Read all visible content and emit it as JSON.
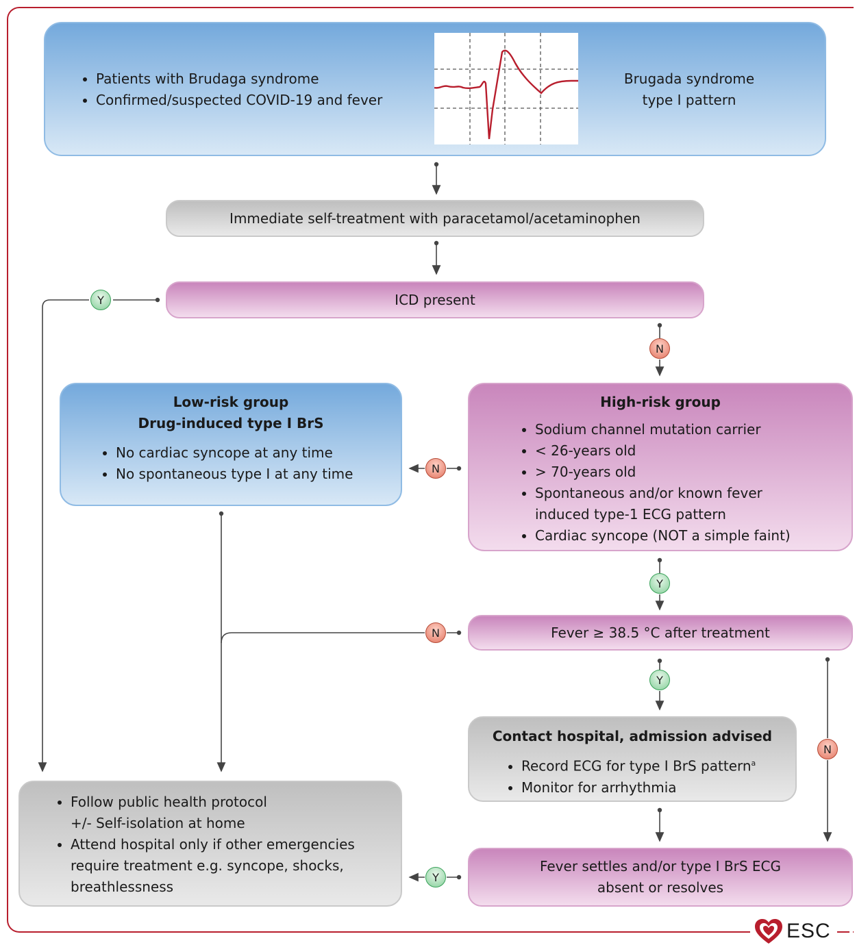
{
  "top": {
    "bullets": [
      "Patients with Brudaga syndrome",
      "Confirmed/suspected COVID-19 and fever"
    ],
    "pattern_label_line1": "Brugada syndrome",
    "pattern_label_line2": "type I pattern"
  },
  "step_selftreat": "Immediate self-treatment with paracetamol/acetaminophen",
  "step_icd": "ICD present",
  "high_risk": {
    "title": "High-risk group",
    "bullets": [
      "Sodium channel mutation carrier",
      "< 26-years old",
      "> 70-years old",
      "Spontaneous and/or known fever induced type-1 ECG pattern",
      "Cardiac syncope (NOT a simple faint)"
    ]
  },
  "low_risk": {
    "title_line1": "Low-risk group",
    "title_line2": "Drug-induced type I BrS",
    "bullets": [
      "No cardiac syncope at any time",
      "No spontaneous type I at any time"
    ]
  },
  "step_fever": "Fever ≥ 38.5 °C after treatment",
  "hospital": {
    "title": "Contact hospital, admission advised",
    "bullet1": "Record ECG for type I BrS pattern",
    "bullet1_sup": "a",
    "bullet2": "Monitor for arrhythmia"
  },
  "step_settles_line1": "Fever settles and/or type I BrS ECG",
  "step_settles_line2": "absent or resolves",
  "final": {
    "bullet1_line1": "Follow public health protocol",
    "bullet1_line2": "+/- Self-isolation at home",
    "bullet2": "Attend hospital only if other emergencies require treatment e.g. syncope, shocks, breathlessness"
  },
  "badges": {
    "yes": "Y",
    "no": "N"
  },
  "logo_text": "ESC",
  "colors": {
    "frame": "#b81e2d",
    "ecg_trace": "#b81e2d",
    "yes_badge": "#86cf9a",
    "no_badge": "#e27560"
  }
}
